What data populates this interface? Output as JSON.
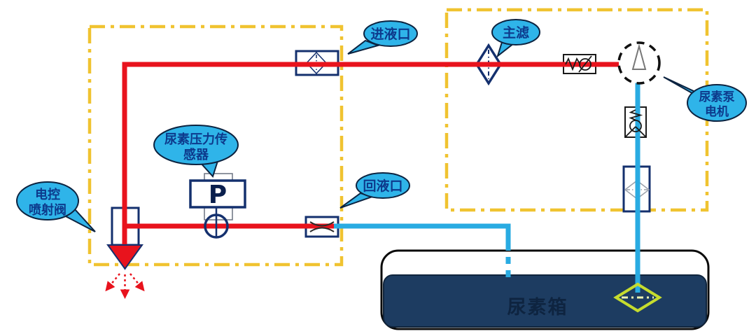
{
  "diagram": {
    "callouts": [
      {
        "id": "inlet-port",
        "lines": [
          "进液口"
        ]
      },
      {
        "id": "main-filter",
        "lines": [
          "主滤"
        ]
      },
      {
        "id": "urea-pump-motor",
        "lines": [
          "尿素泵",
          "电机"
        ]
      },
      {
        "id": "urea-pressure-sensor",
        "lines": [
          "尿素压力传",
          "感器"
        ]
      },
      {
        "id": "electronic-injector",
        "lines": [
          "电控",
          "喷射阀"
        ]
      },
      {
        "id": "return-port",
        "lines": [
          "回液口"
        ]
      }
    ],
    "tank": {
      "label": "尿素箱"
    },
    "pressure_sensor": {
      "symbol": "P"
    },
    "colors": {
      "pressure_line": "#e8131d",
      "suction_return_line": "#29abe2",
      "enclosure_dash": "#f0c330",
      "component_navy": "#14306e",
      "callout_fill": "#2fb4e9",
      "callout_text": "#0d3a8c",
      "tank_liquid": "#1d3c61",
      "tank_filter_green": "#c6dc2e"
    }
  }
}
